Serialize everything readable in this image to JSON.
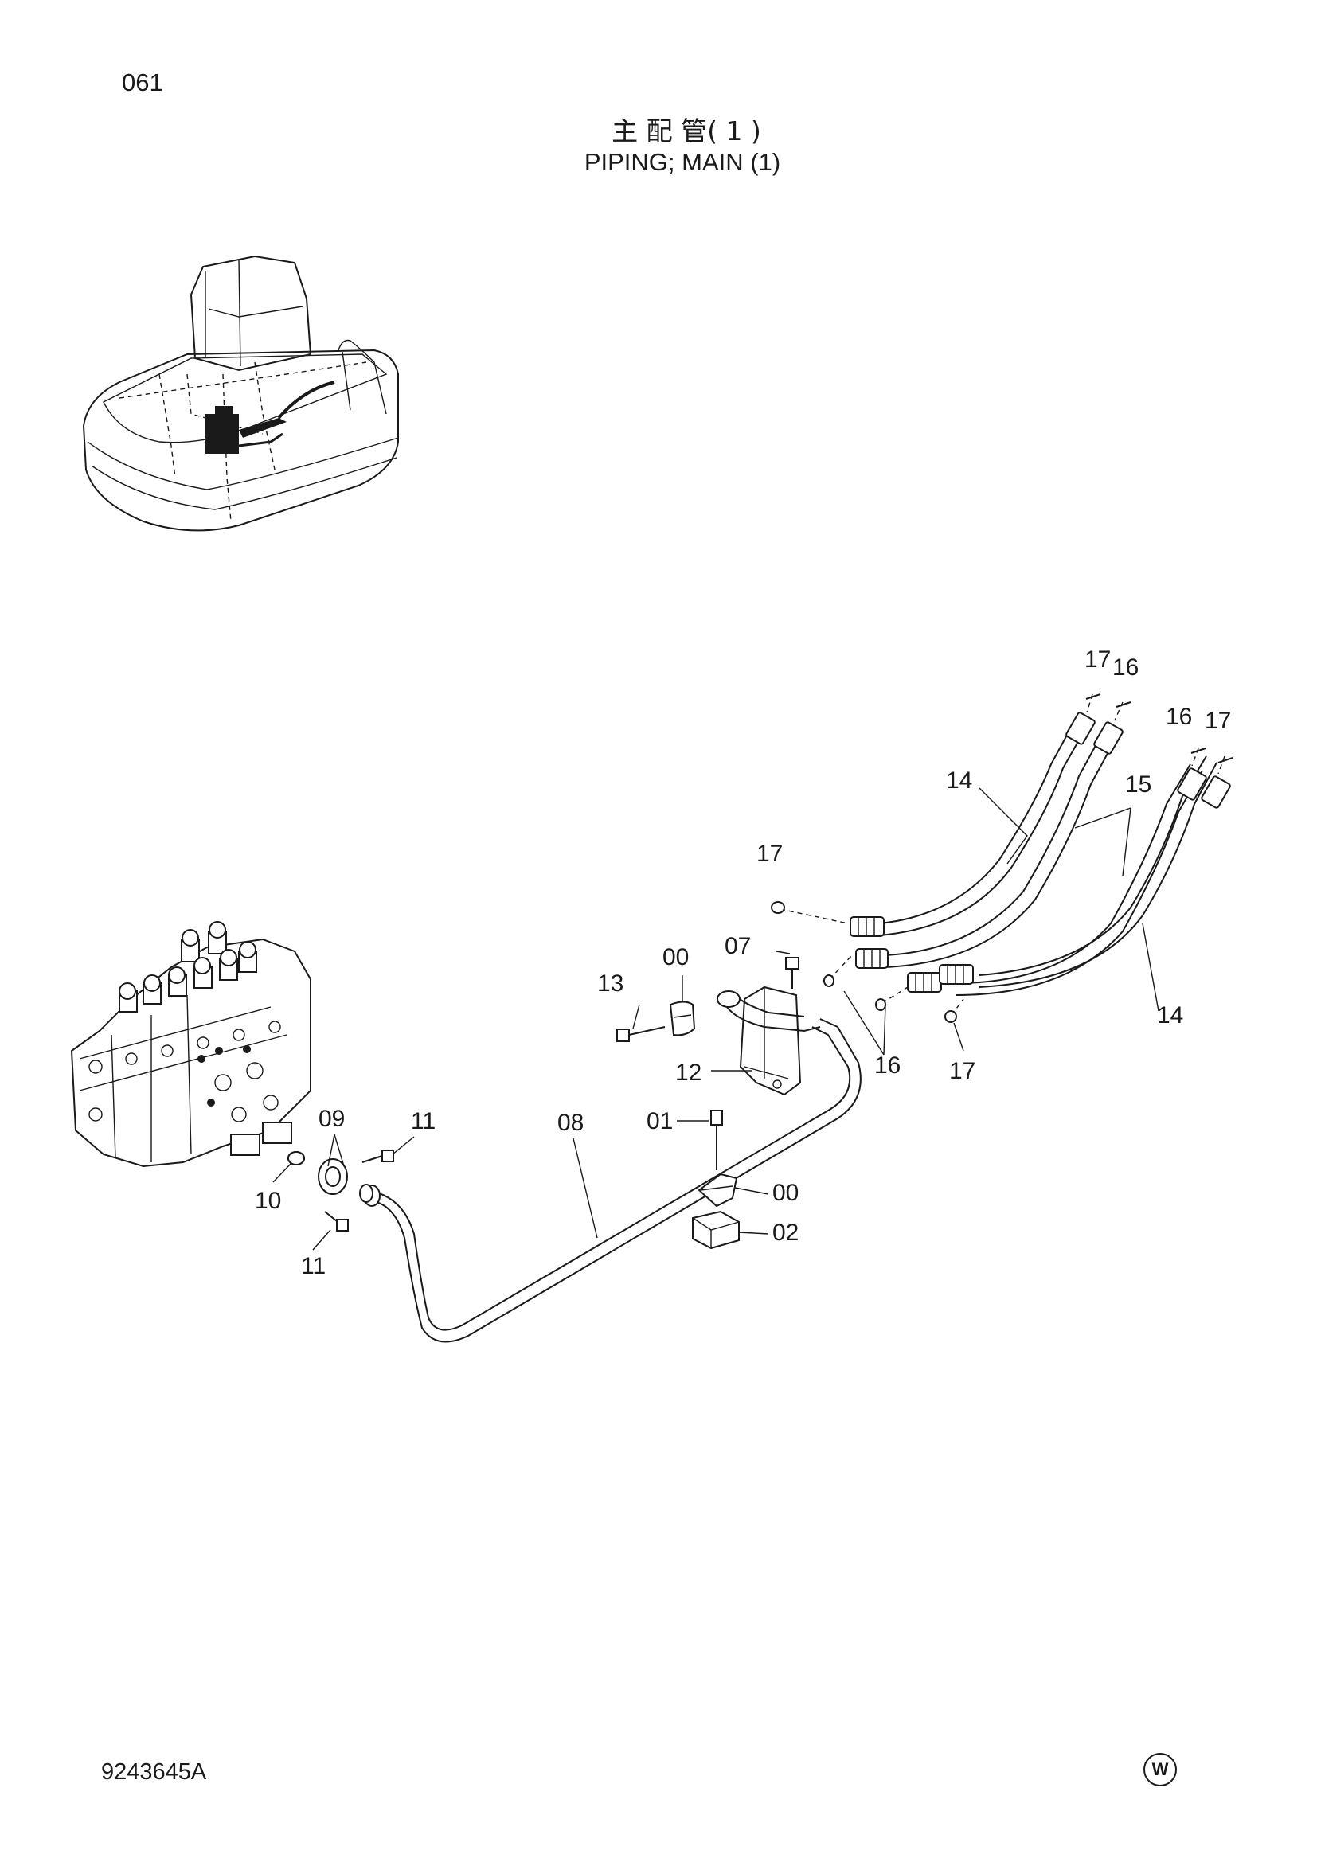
{
  "header": {
    "page_number": "061",
    "title_jp": "主 配 管( 1 )",
    "title_en": "PIPING; MAIN  (1)"
  },
  "footer": {
    "doc_code": "9243645A",
    "mark": "W"
  },
  "callouts": {
    "c17a": "17",
    "c16a": "16",
    "c16b": "16",
    "c17b": "17",
    "c14a": "14",
    "c15": "15",
    "c17c": "17",
    "c07": "07",
    "c00a": "00",
    "c13": "13",
    "c12": "12",
    "c16c": "16",
    "c17d": "17",
    "c14b": "14",
    "c08": "08",
    "c01": "01",
    "c00b": "00",
    "c02": "02",
    "c09": "09",
    "c11a": "11",
    "c10": "10",
    "c11b": "11"
  }
}
